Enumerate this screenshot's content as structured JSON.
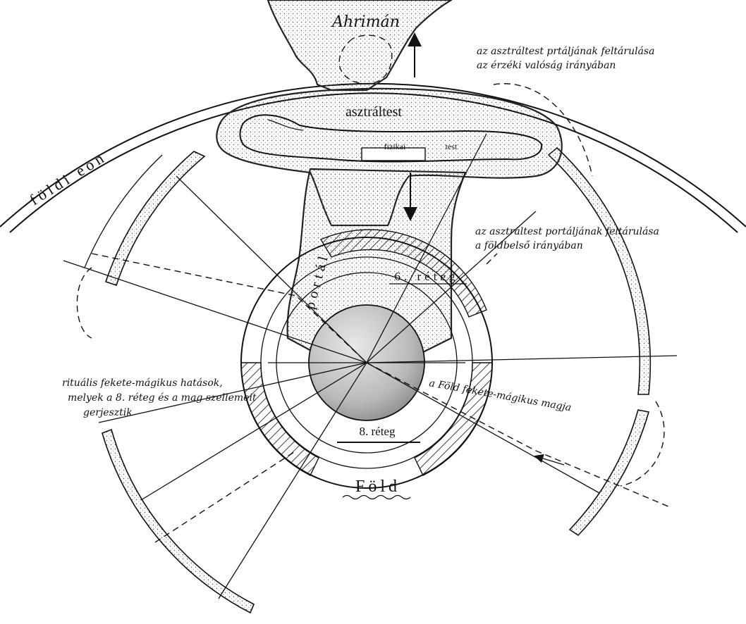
{
  "labels": {
    "ahriman": "Ahrimán",
    "asztraltest": "asztráltest",
    "fizikai": "fizikai",
    "test": "test",
    "portal": "portál",
    "foldi_eon": "földi eon",
    "reteg6": "6. réteg",
    "reteg8": "8. réteg",
    "fold": "Föld",
    "fold_mag": "a Föld fekete-mágikus magja"
  },
  "annotations": {
    "upper_portal": [
      "az asztráltest prtáljának feltárulása",
      "az érzéki valóság irányában"
    ],
    "lower_portal": [
      "az asztráltest portáljának feltárulása",
      "a földbelső irányában"
    ],
    "ritual": [
      "rituális fekete-mágikus hatások,",
      "melyek a 8. réteg és a mag szellemeit",
      "gerjesztik"
    ]
  }
}
